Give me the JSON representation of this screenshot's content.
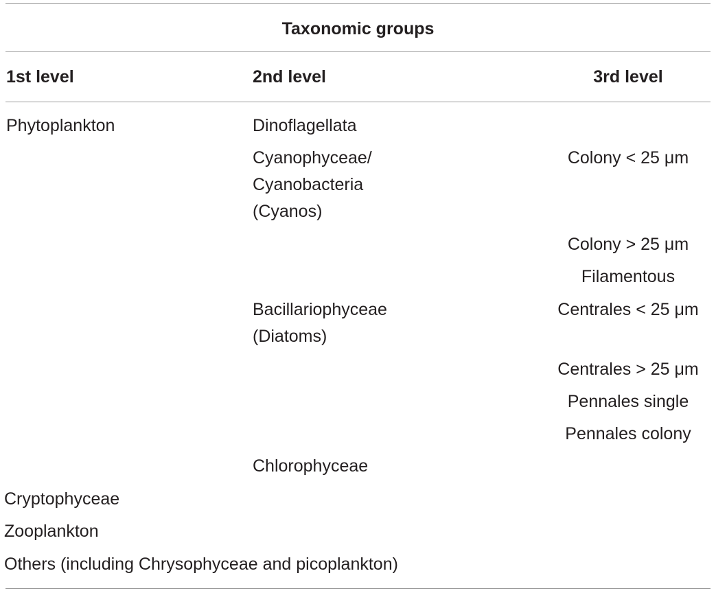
{
  "table": {
    "title": "Taxonomic groups",
    "headers": [
      "1st level",
      "2nd level",
      "3rd level"
    ],
    "rows": [
      {
        "level1": "Phytoplankton",
        "level2": "Dinoflagellata",
        "level3": ""
      },
      {
        "level1": "",
        "level2_lines": [
          "Cyanophyceae/",
          "Cyanobacteria",
          "(Cyanos)"
        ],
        "level3": "Colony < 25 μm"
      },
      {
        "level1": "",
        "level2": "",
        "level3": "Colony > 25 μm"
      },
      {
        "level1": "",
        "level2": "",
        "level3": "Filamentous"
      },
      {
        "level1": "",
        "level2_lines": [
          "Bacillariophyceae",
          "(Diatoms)"
        ],
        "level3": "Centrales < 25 μm"
      },
      {
        "level1": "",
        "level2": "",
        "level3": "Centrales > 25 μm"
      },
      {
        "level1": "",
        "level2": "",
        "level3": "Pennales single"
      },
      {
        "level1": "",
        "level2": "",
        "level3": "Pennales colony"
      },
      {
        "level1": "",
        "level2": "Chlorophyceae",
        "level3": ""
      },
      {
        "level1": "Cryptophyceae",
        "level2": "",
        "level3": ""
      },
      {
        "level1": "Zooplankton",
        "level2": "",
        "level3": ""
      },
      {
        "level1": "Others (including Chrysophyceae and picoplankton)",
        "level2": "",
        "level3": ""
      }
    ]
  }
}
